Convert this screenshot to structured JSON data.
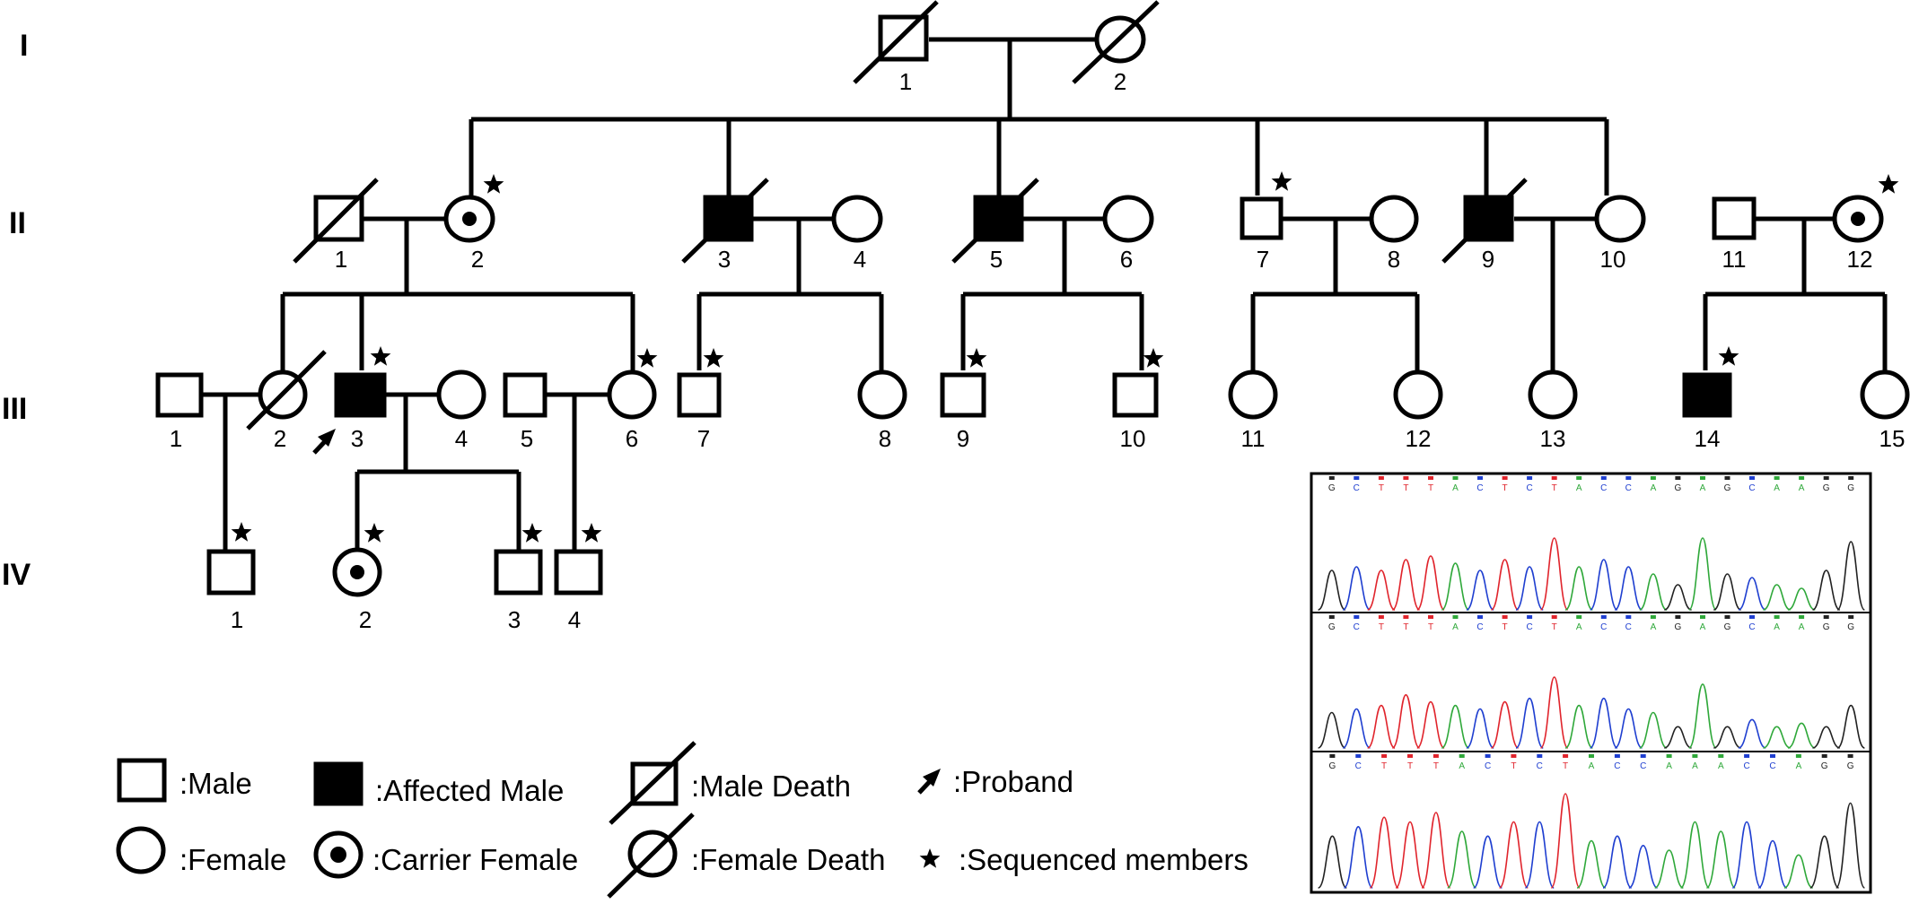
{
  "generations": [
    "I",
    "II",
    "III",
    "IV"
  ],
  "members": {
    "I": [
      "1",
      "2"
    ],
    "II": [
      "1",
      "2",
      "3",
      "4",
      "5",
      "6",
      "7",
      "8",
      "9",
      "10",
      "11",
      "12"
    ],
    "III": [
      "1",
      "2",
      "3",
      "4",
      "5",
      "6",
      "7",
      "8",
      "9",
      "10",
      "11",
      "12",
      "13",
      "14",
      "15"
    ],
    "IV": [
      "1",
      "2",
      "3",
      "4"
    ]
  },
  "legend": {
    "male": ":Male",
    "affected_male": ":Affected Male",
    "male_death": ":Male Death",
    "proband": ":Proband",
    "female": ":Female",
    "carrier_female": ":Carrier Female",
    "female_death": ":Female Death",
    "sequenced": ":Sequenced members"
  },
  "chromatogram": {
    "colors": {
      "G": "#222222",
      "C": "#1f3fd0",
      "T": "#e0242c",
      "A": "#2fa83a"
    },
    "tracks": [
      [
        "G",
        "C",
        "T",
        "T",
        "T",
        "A",
        "C",
        "T",
        "C",
        "T",
        "A",
        "C",
        "C",
        "A",
        "G",
        "A",
        "G",
        "C",
        "A",
        "A",
        "G",
        "G"
      ],
      [
        "G",
        "C",
        "T",
        "T",
        "T",
        "A",
        "C",
        "T",
        "C",
        "T",
        "A",
        "C",
        "C",
        "A",
        "G",
        "A",
        "G",
        "C",
        "A",
        "A",
        "G",
        "G"
      ],
      [
        "G",
        "C",
        "T",
        "T",
        "T",
        "A",
        "C",
        "T",
        "C",
        "T",
        "A",
        "C",
        "C",
        "A",
        "A",
        "A",
        "C",
        "C",
        "A",
        "G",
        "G"
      ]
    ]
  }
}
